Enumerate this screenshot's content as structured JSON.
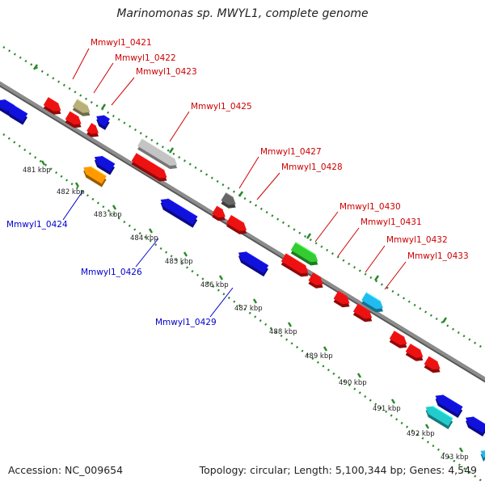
{
  "title": "Marinomonas sp. MWYL1, complete genome",
  "footer": {
    "accession": "Accession: NC_009654",
    "stats": "Topology: circular; Length: 5,100,344 bp; Genes: 4,549"
  },
  "colors": {
    "forward_label": "#cc0000",
    "reverse_label": "#0000cc",
    "backbone": "#8c8c8c",
    "tick_dots": "#2a8a2a"
  },
  "kbp_ticks": [
    "481 kbp",
    "482 kbp",
    "483 kbp",
    "484 kbp",
    "485 kbp",
    "486 kbp",
    "487 kbp",
    "488 kbp",
    "489 kbp",
    "490 kbp",
    "491 kbp",
    "492 kbp",
    "493 kbp"
  ],
  "gene_labels": [
    {
      "id": "0421",
      "text": "Mmwyl1_0421",
      "strand": "forward"
    },
    {
      "id": "0422",
      "text": "Mmwyl1_0422",
      "strand": "forward"
    },
    {
      "id": "0423",
      "text": "Mmwyl1_0423",
      "strand": "forward"
    },
    {
      "id": "0424",
      "text": "Mmwyl1_0424",
      "strand": "reverse"
    },
    {
      "id": "0425",
      "text": "Mmwyl1_0425",
      "strand": "forward"
    },
    {
      "id": "0426",
      "text": "Mmwyl1_0426",
      "strand": "reverse"
    },
    {
      "id": "0427",
      "text": "Mmwyl1_0427",
      "strand": "forward"
    },
    {
      "id": "0428",
      "text": "Mmwyl1_0428",
      "strand": "forward"
    },
    {
      "id": "0429",
      "text": "Mmwyl1_0429",
      "strand": "reverse"
    },
    {
      "id": "0430",
      "text": "Mmwyl1_0430",
      "strand": "forward"
    },
    {
      "id": "0431",
      "text": "Mmwyl1_0431",
      "strand": "forward"
    },
    {
      "id": "0432",
      "text": "Mmwyl1_0432",
      "strand": "forward"
    },
    {
      "id": "0433",
      "text": "Mmwyl1_0433",
      "strand": "forward"
    }
  ],
  "gene_colors": {
    "red": "#ee1111",
    "blue": "#1111dd",
    "khaki": "#b8b07a",
    "orange": "#ff9a00",
    "silver": "#c4c4c4",
    "darkgray": "#666666",
    "green": "#33cc33",
    "skyblue": "#22bbee",
    "cyan": "#22cccc"
  }
}
